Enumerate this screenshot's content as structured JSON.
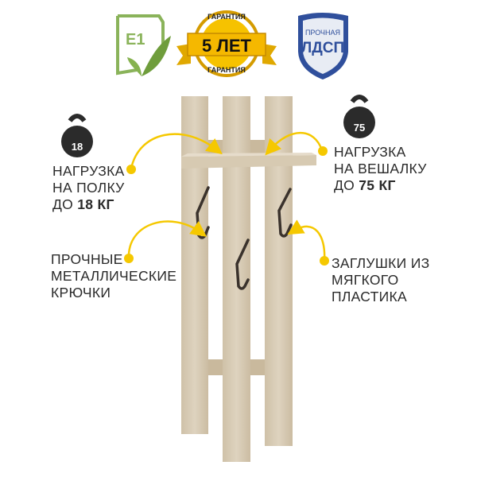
{
  "badges": {
    "eco": {
      "text": "E1"
    },
    "warranty": {
      "top": "ГАРАНТИЯ",
      "main": "5 ЛЕТ",
      "bottom": "ГАРАНТИЯ"
    },
    "material": {
      "top": "ПРОЧНАЯ",
      "main": "ЛДСП"
    }
  },
  "features": {
    "shelf_load": {
      "line1": "НАГРУЗКА",
      "line2": "НА ПОЛКУ",
      "prefix": "ДО ",
      "value": "18 КГ",
      "weight_icon": "18"
    },
    "hanger_load": {
      "line1": "НАГРУЗКА",
      "line2": "НА ВЕШАЛКУ",
      "prefix": "ДО ",
      "value": "75 КГ",
      "weight_icon": "75"
    },
    "hooks": {
      "line1": "ПРОЧНЫЕ",
      "line2": "МЕТАЛЛИЧЕСКИЕ",
      "line3": "КРЮЧКИ"
    },
    "caps": {
      "line1": "ЗАГЛУШКИ ИЗ",
      "line2": "МЯГКОГО",
      "line3": "ПЛАСТИКА"
    }
  },
  "colors": {
    "accent": "#f5c800",
    "wood": "#d8cbb4",
    "hook": "#3a322c",
    "eco_green": "#7aa34a",
    "shield_blue": "#2f4f9c"
  }
}
